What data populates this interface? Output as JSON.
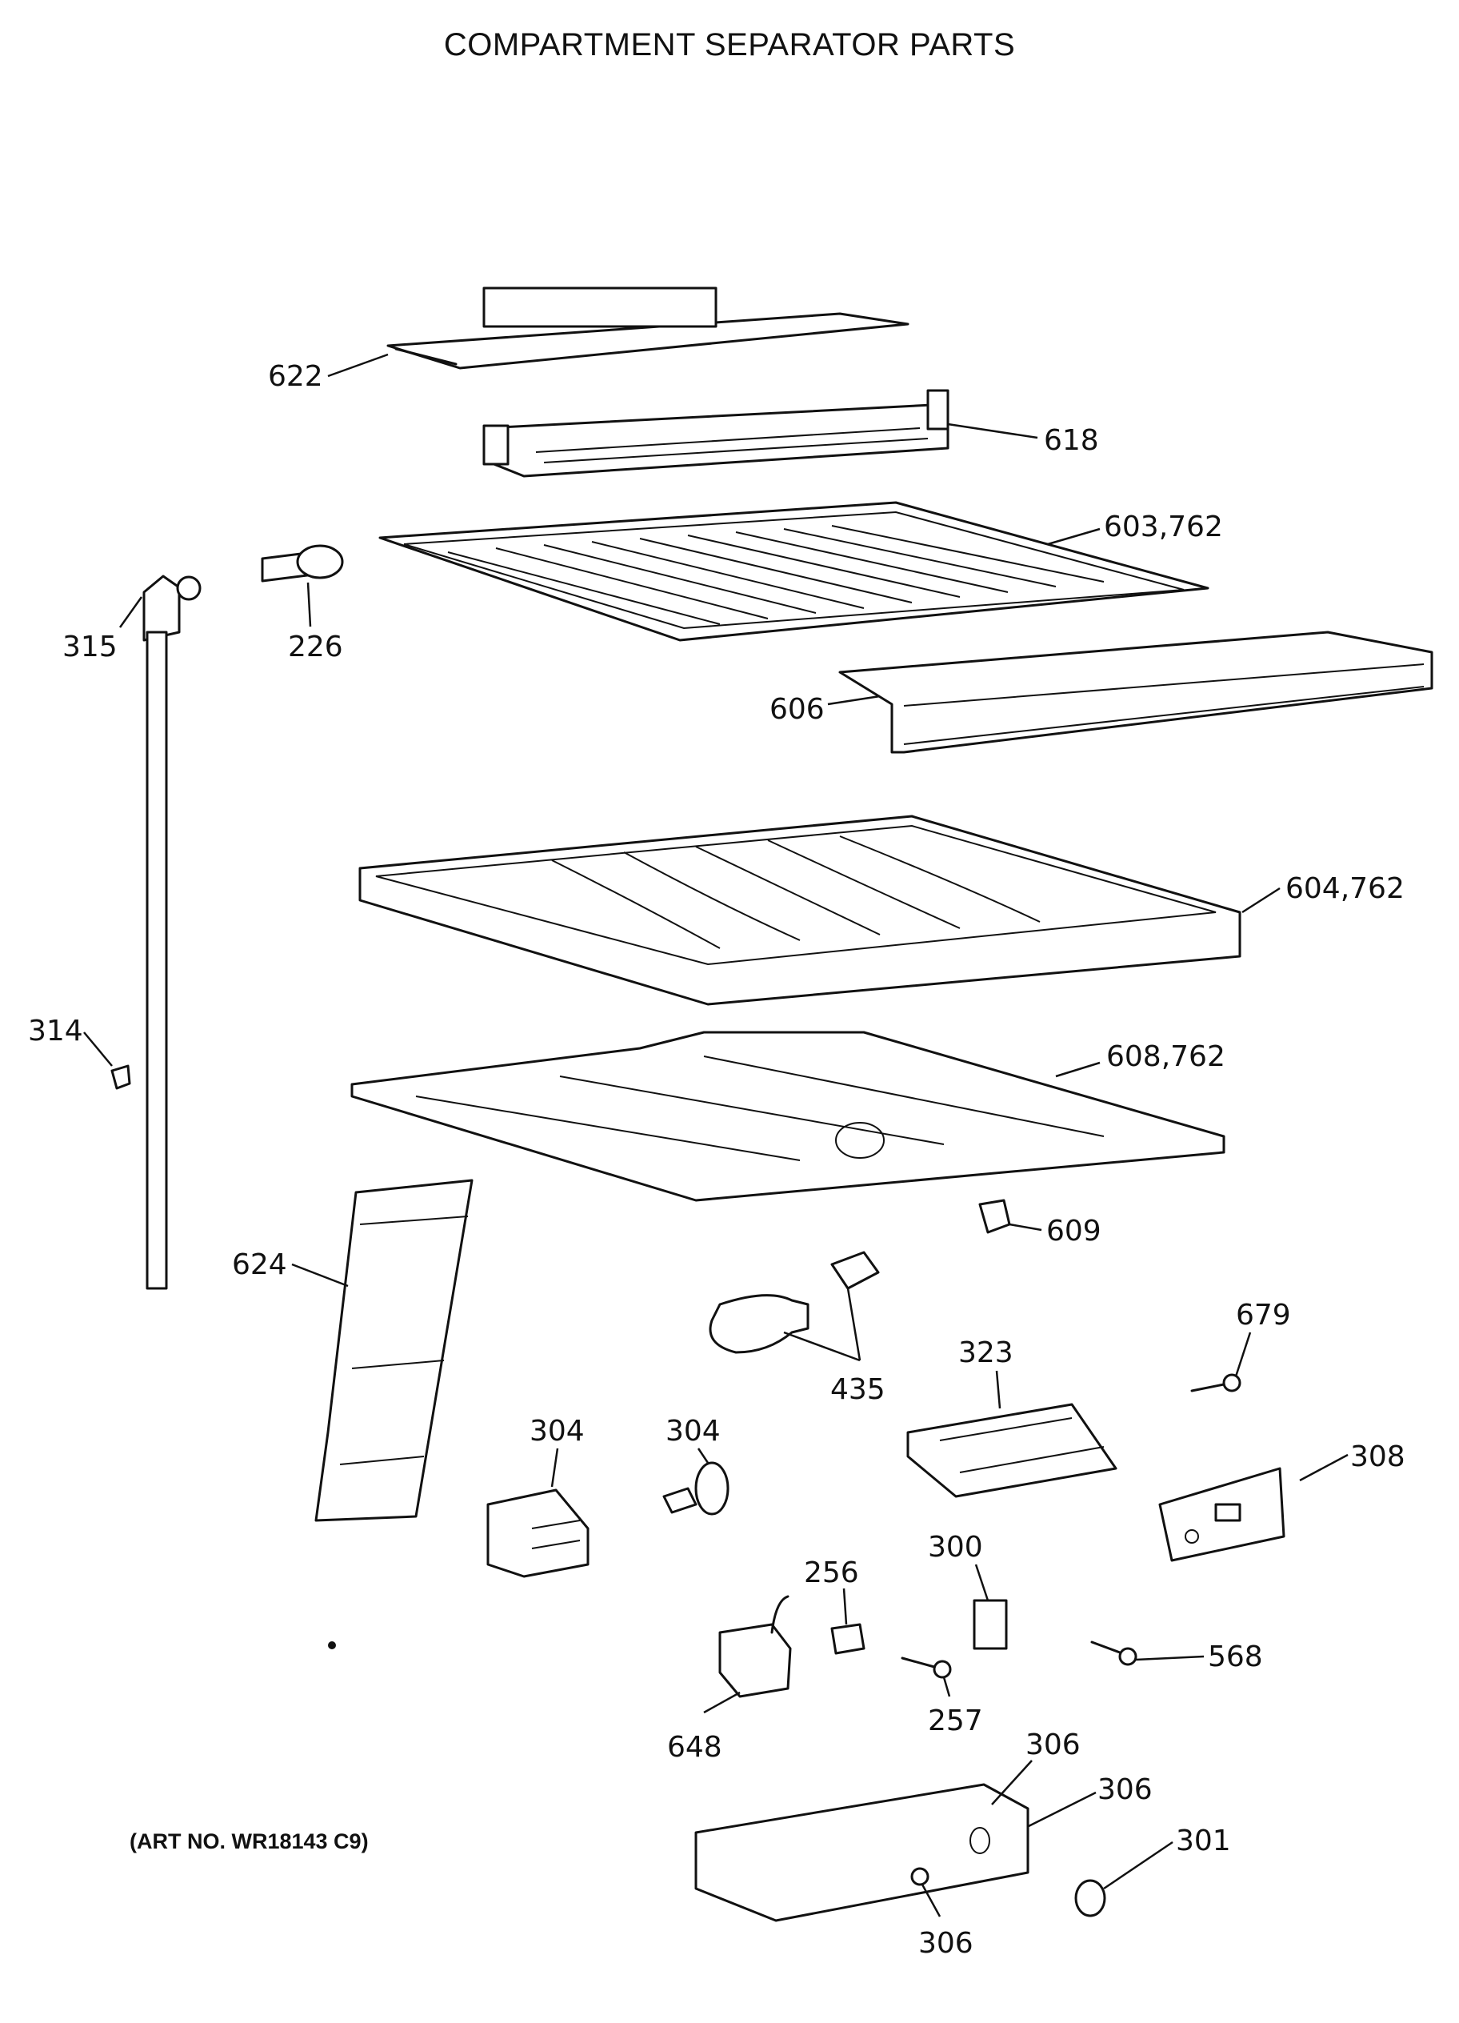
{
  "title": "COMPARTMENT SEPARATOR PARTS",
  "art_number": "(ART NO. WR18143 C9)",
  "callouts": [
    {
      "id": "622",
      "text": "622"
    },
    {
      "id": "618",
      "text": "618"
    },
    {
      "id": "603",
      "text": "603,762"
    },
    {
      "id": "226",
      "text": "226"
    },
    {
      "id": "315",
      "text": "315"
    },
    {
      "id": "606",
      "text": "606"
    },
    {
      "id": "604",
      "text": "604,762"
    },
    {
      "id": "314",
      "text": "314"
    },
    {
      "id": "608",
      "text": "608,762"
    },
    {
      "id": "609",
      "text": "609"
    },
    {
      "id": "624",
      "text": "624"
    },
    {
      "id": "679",
      "text": "679"
    },
    {
      "id": "323",
      "text": "323"
    },
    {
      "id": "435",
      "text": "435"
    },
    {
      "id": "304a",
      "text": "304"
    },
    {
      "id": "304b",
      "text": "304"
    },
    {
      "id": "308",
      "text": "308"
    },
    {
      "id": "256",
      "text": "256"
    },
    {
      "id": "300",
      "text": "300"
    },
    {
      "id": "568",
      "text": "568"
    },
    {
      "id": "257",
      "text": "257"
    },
    {
      "id": "648",
      "text": "648"
    },
    {
      "id": "306a",
      "text": "306"
    },
    {
      "id": "306b",
      "text": "306"
    },
    {
      "id": "301",
      "text": "301"
    },
    {
      "id": "306c",
      "text": "306"
    }
  ]
}
